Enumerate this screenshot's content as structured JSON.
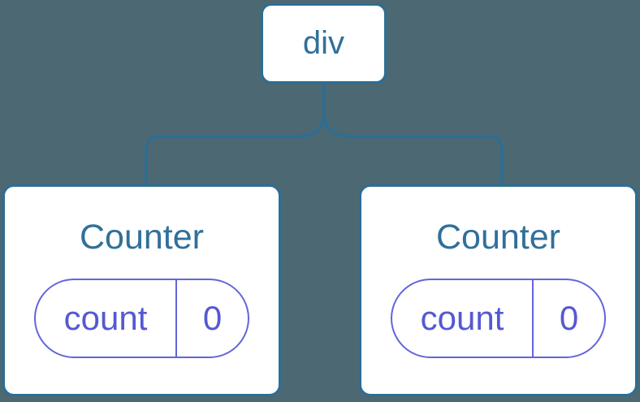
{
  "diagram": {
    "description": "React component tree with state",
    "root": {
      "label": "div"
    },
    "children": [
      {
        "title": "Counter",
        "state": {
          "key": "count",
          "value": "0"
        }
      },
      {
        "title": "Counter",
        "state": {
          "key": "count",
          "value": "0"
        }
      }
    ]
  },
  "colors": {
    "background": "#4C6873",
    "node-bg": "#FFFFFF",
    "node-border": "#2C6E94",
    "node-text": "#30709A",
    "connector": "#2C6E94",
    "state-accent": "#6365DA",
    "state-text": "#5558D2"
  }
}
